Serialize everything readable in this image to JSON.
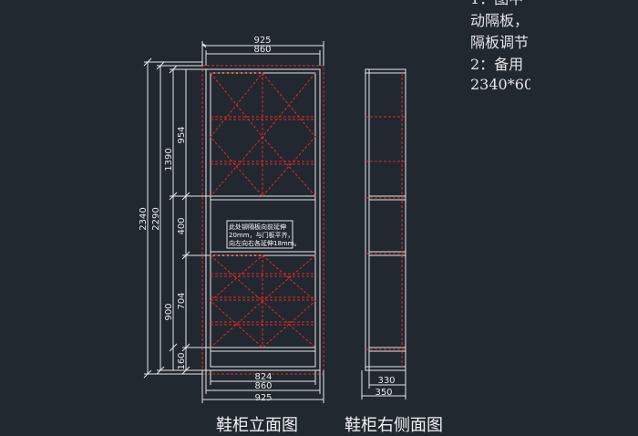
{
  "notes": {
    "line1": "1：图中",
    "line2": "动隔板，",
    "line3": "隔板调节",
    "line4": "2：备用",
    "line5": "2340*60"
  },
  "elevation": {
    "top_outer": "925",
    "top_inner": "860",
    "bottom_1": "824",
    "bottom_2": "860",
    "bottom_3": "925",
    "height_total": "2340",
    "height_2": "2290",
    "height_upper": "1390",
    "seg_top": "954",
    "seg_mid": "400",
    "seg_low_total": "900",
    "seg_low": "704",
    "seg_base": "160",
    "annotation_1": "此处铆隔板向前延伸",
    "annotation_2": "20mm，与门板平齐，",
    "annotation_3": "向左向右各延伸18mm。"
  },
  "side": {
    "dim_inner": "330",
    "dim_outer": "350"
  },
  "captions": {
    "elevation": "鞋柜立面图",
    "side": "鞋柜右侧面图"
  },
  "colors": {
    "background": "#212830",
    "line": "#e6e6e6",
    "hidden": "#e8262b"
  }
}
